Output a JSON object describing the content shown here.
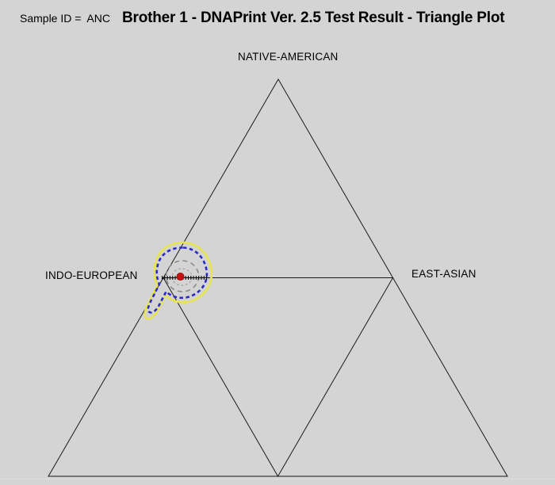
{
  "header": {
    "sample_id": "Sample ID =  ANC",
    "title": "Brother 1 - DNAPrint Ver. 2.5 Test Result - Triangle Plot"
  },
  "plot": {
    "vertex_labels": {
      "top": "NATIVE-AMERICAN",
      "left": "INDO-EUROPEAN",
      "right": "EAST-ASIAN"
    },
    "colors": {
      "background": "#d4d4d4",
      "triangle_line": "#1a1a1a",
      "point": "#c41212",
      "contour_gray": "#8a8a8a",
      "contour_gray_light": "#a6a6a6",
      "contour_blue": "#2b2bc4",
      "contour_yellow": "#e6e455"
    }
  },
  "chart_data": {
    "type": "scatter",
    "subtype": "ternary-triangle-plot",
    "title": "Brother 1 - DNAPrint Ver. 2.5 Test Result - Triangle Plot",
    "sample_id": "ANC",
    "axes": [
      "NATIVE-AMERICAN",
      "INDO-EUROPEAN",
      "EAST-ASIAN"
    ],
    "points": [
      {
        "name": "sample-point",
        "marker": "red dot",
        "native_american": 0.5,
        "indo_european": 0.465,
        "east_asian": 0.035,
        "location_note": "near midpoint of left (Native-American / Indo-European) edge"
      }
    ],
    "contours": [
      {
        "ring": "innermost",
        "color": "#a6a6a6",
        "style": "dotted"
      },
      {
        "ring": "inner",
        "color": "#8a8a8a",
        "style": "dashed"
      },
      {
        "ring": "outer",
        "color": "#2b2bc4",
        "style": "dashed",
        "note": "lobe extends down-left along triangle edge"
      },
      {
        "ring": "outermost",
        "color": "#e6e455",
        "style": "solid",
        "note": "lobe extends down-left along triangle edge"
      }
    ],
    "interval_whisker": "black tick-marked horizontal segment through sample point, x-span ~204-263 px at mid-height line",
    "grid": false,
    "legend": false
  }
}
